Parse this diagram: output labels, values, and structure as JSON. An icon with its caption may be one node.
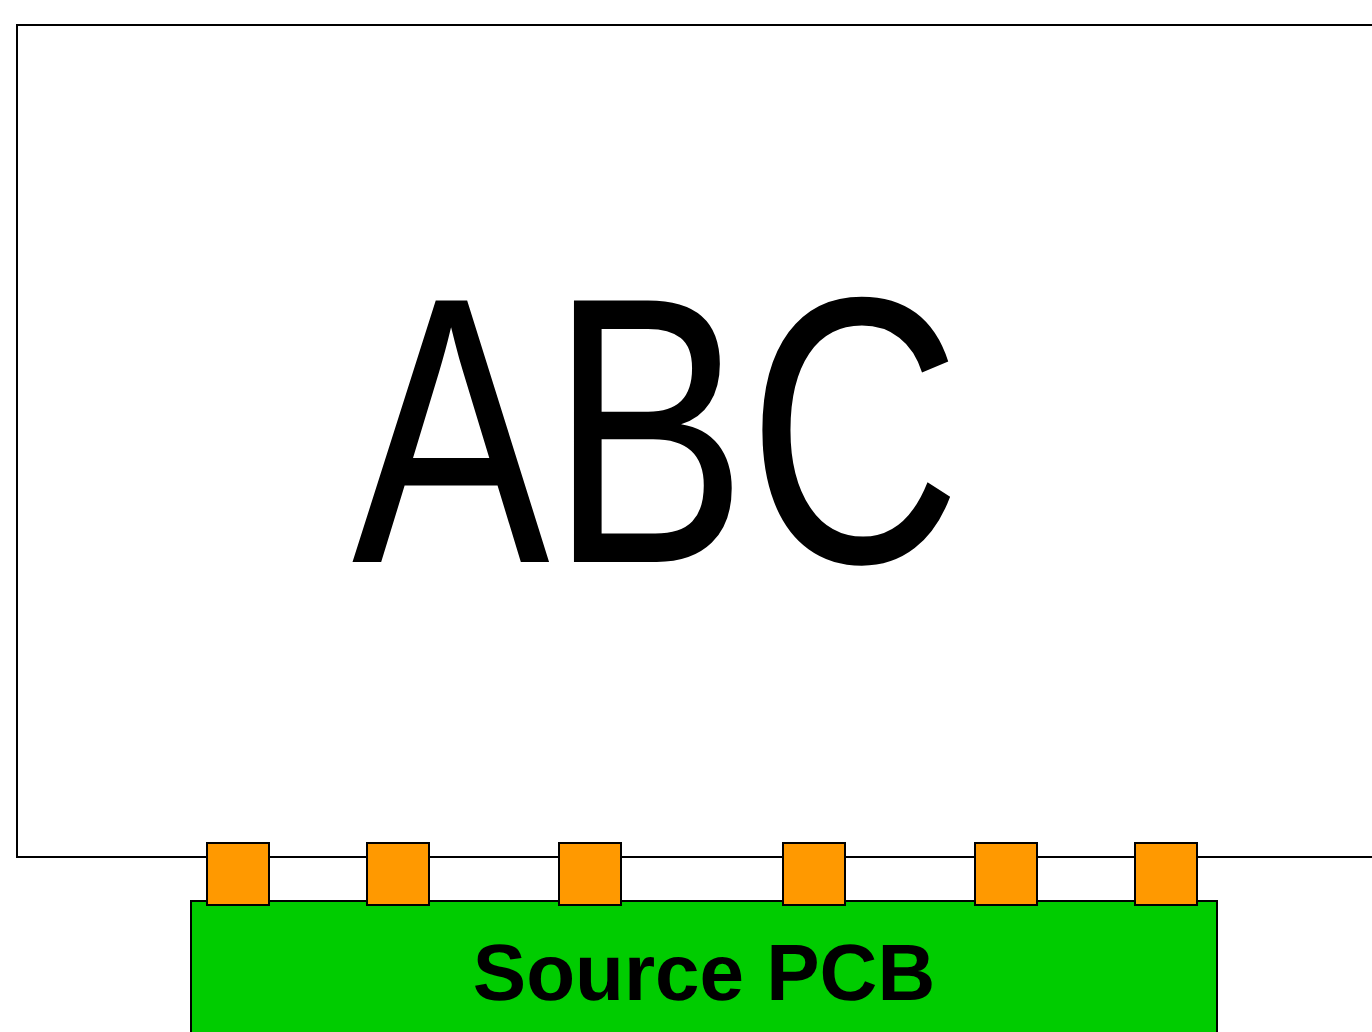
{
  "diagram": {
    "nodes": [
      {
        "text": [
          "ABC"
        ]
      },
      {
        "text": [],
        "shape": "box"
      },
      {
        "text": [],
        "shape": "box"
      },
      {
        "text": [],
        "shape": "box"
      },
      {
        "text": [],
        "shape": "box"
      },
      {
        "text": [],
        "shape": "box"
      },
      {
        "text": [],
        "shape": "box"
      },
      {
        "text": [
          "Source PCB"
        ]
      }
    ]
  }
}
